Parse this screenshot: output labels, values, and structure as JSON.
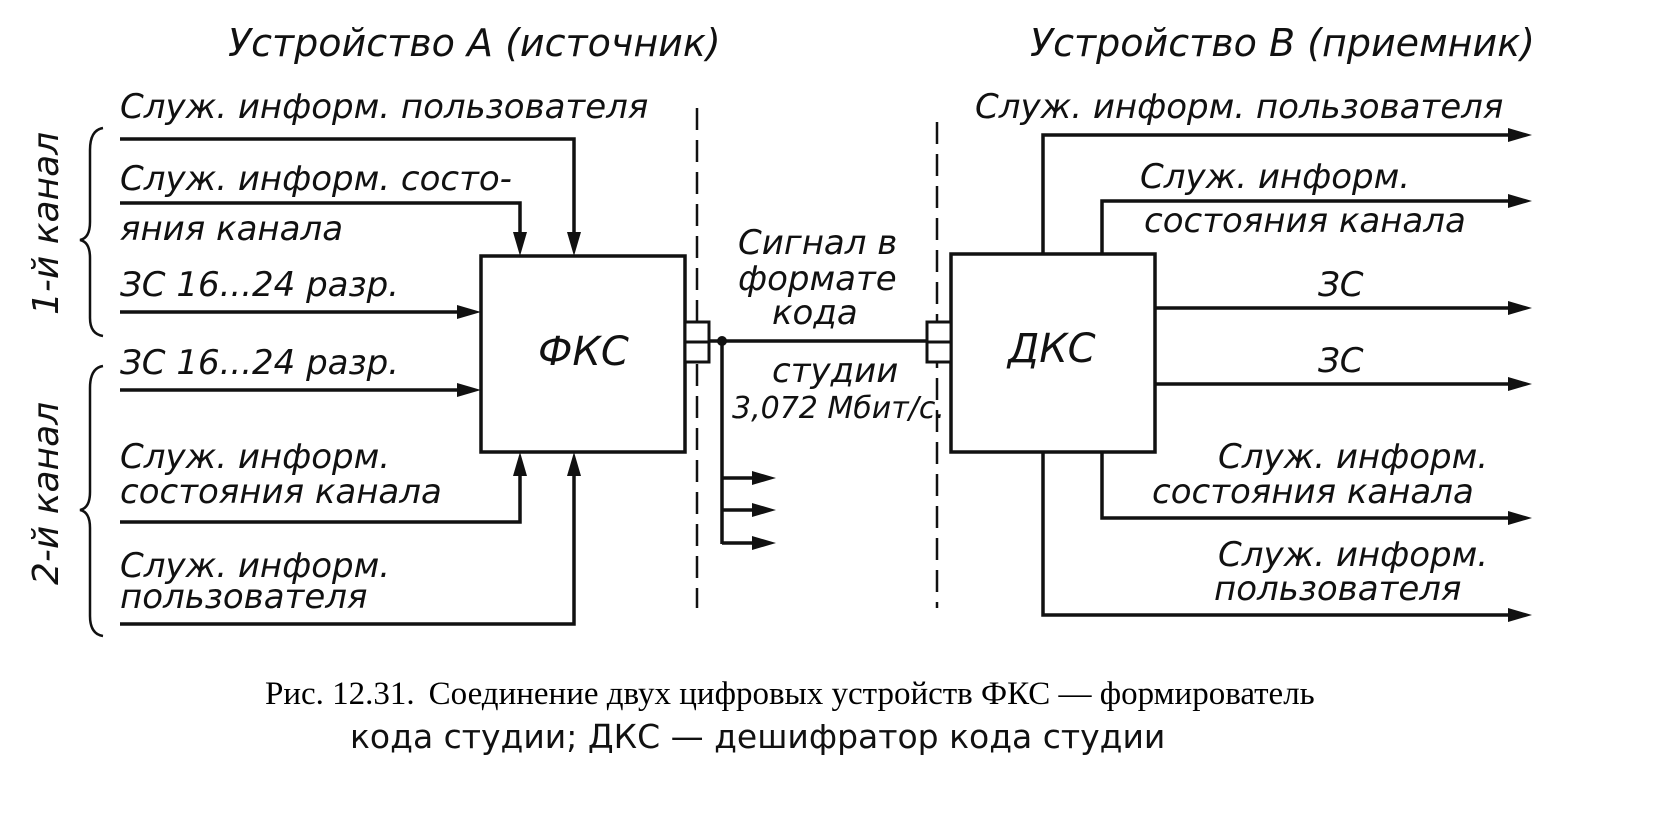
{
  "device_a": {
    "title": "Устройство A (источник)",
    "block_label": "ФКС",
    "channel1": {
      "label": "1-й канал",
      "user_info": "Служ. информ. пользователя",
      "status_info_line1": "Служ. информ. состо-",
      "status_info_line2": "яния  канала",
      "audio": "ЗС   16...24 разр."
    },
    "channel2": {
      "label": "2-й канал",
      "audio": "ЗС   16...24 разр.",
      "status_info_line1": "Служ. информ.",
      "status_info_line2": "состояния канала",
      "user_info_line1": "Служ. информ.",
      "user_info_line2": "пользователя"
    }
  },
  "link": {
    "line1": "Сигнал в",
    "line2": "формате",
    "line3": "кода",
    "line4": "студии",
    "line5": "3,072 Мбит/с."
  },
  "device_b": {
    "title": "Устройство B (приемник)",
    "block_label": "ДКС",
    "outputs": {
      "user_info_1": "Служ. информ. пользователя",
      "status_info_1_line1": "Служ.  информ.",
      "status_info_1_line2": "состояния канала",
      "audio_1": "ЗС",
      "audio_2": "ЗС",
      "status_info_2_line1": "Служ. информ.",
      "status_info_2_line2": "состояния канала",
      "user_info_2_line1": "Служ. информ.",
      "user_info_2_line2": "пользователя"
    }
  },
  "caption": {
    "number": "Рис. 12.31.",
    "line1": "Соединение двух цифровых устройств ФКС — формирователь",
    "line2": "кода студии; ДКС — дешифратор кода студии"
  }
}
